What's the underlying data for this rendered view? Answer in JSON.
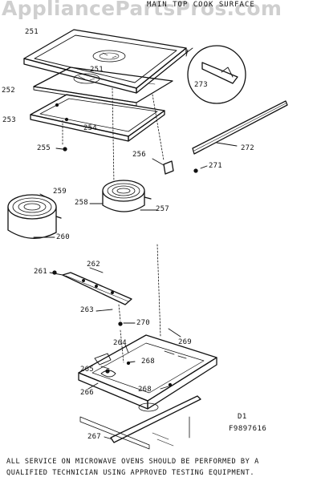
{
  "watermark": "AppliancePartsPros.com",
  "title": "MAIN TOP COOK SURFACE",
  "parts": {
    "p251a": "251",
    "p251b": "251",
    "p252": "252",
    "p253": "253",
    "p254": "254",
    "p255": "255",
    "p256": "256",
    "p257": "257",
    "p258": "258",
    "p259": "259",
    "p260": "260",
    "p261": "261",
    "p262": "262",
    "p263": "263",
    "p264": "264",
    "p265": "265",
    "p266": "266",
    "p267": "267",
    "p268a": "268",
    "p268b": "268",
    "p269": "269",
    "p270": "270",
    "p271": "271",
    "p272": "272",
    "p273": "273"
  },
  "diagram_code": {
    "line1": "D1",
    "line2": "F9897616"
  },
  "footer": {
    "line1": "ALL SERVICE ON MICROWAVE OVENS SHOULD BE PERFORMED BY A",
    "line2": "QUALIFIED  TECHNICIAN USING APPROVED TESTING EQUIPMENT."
  }
}
